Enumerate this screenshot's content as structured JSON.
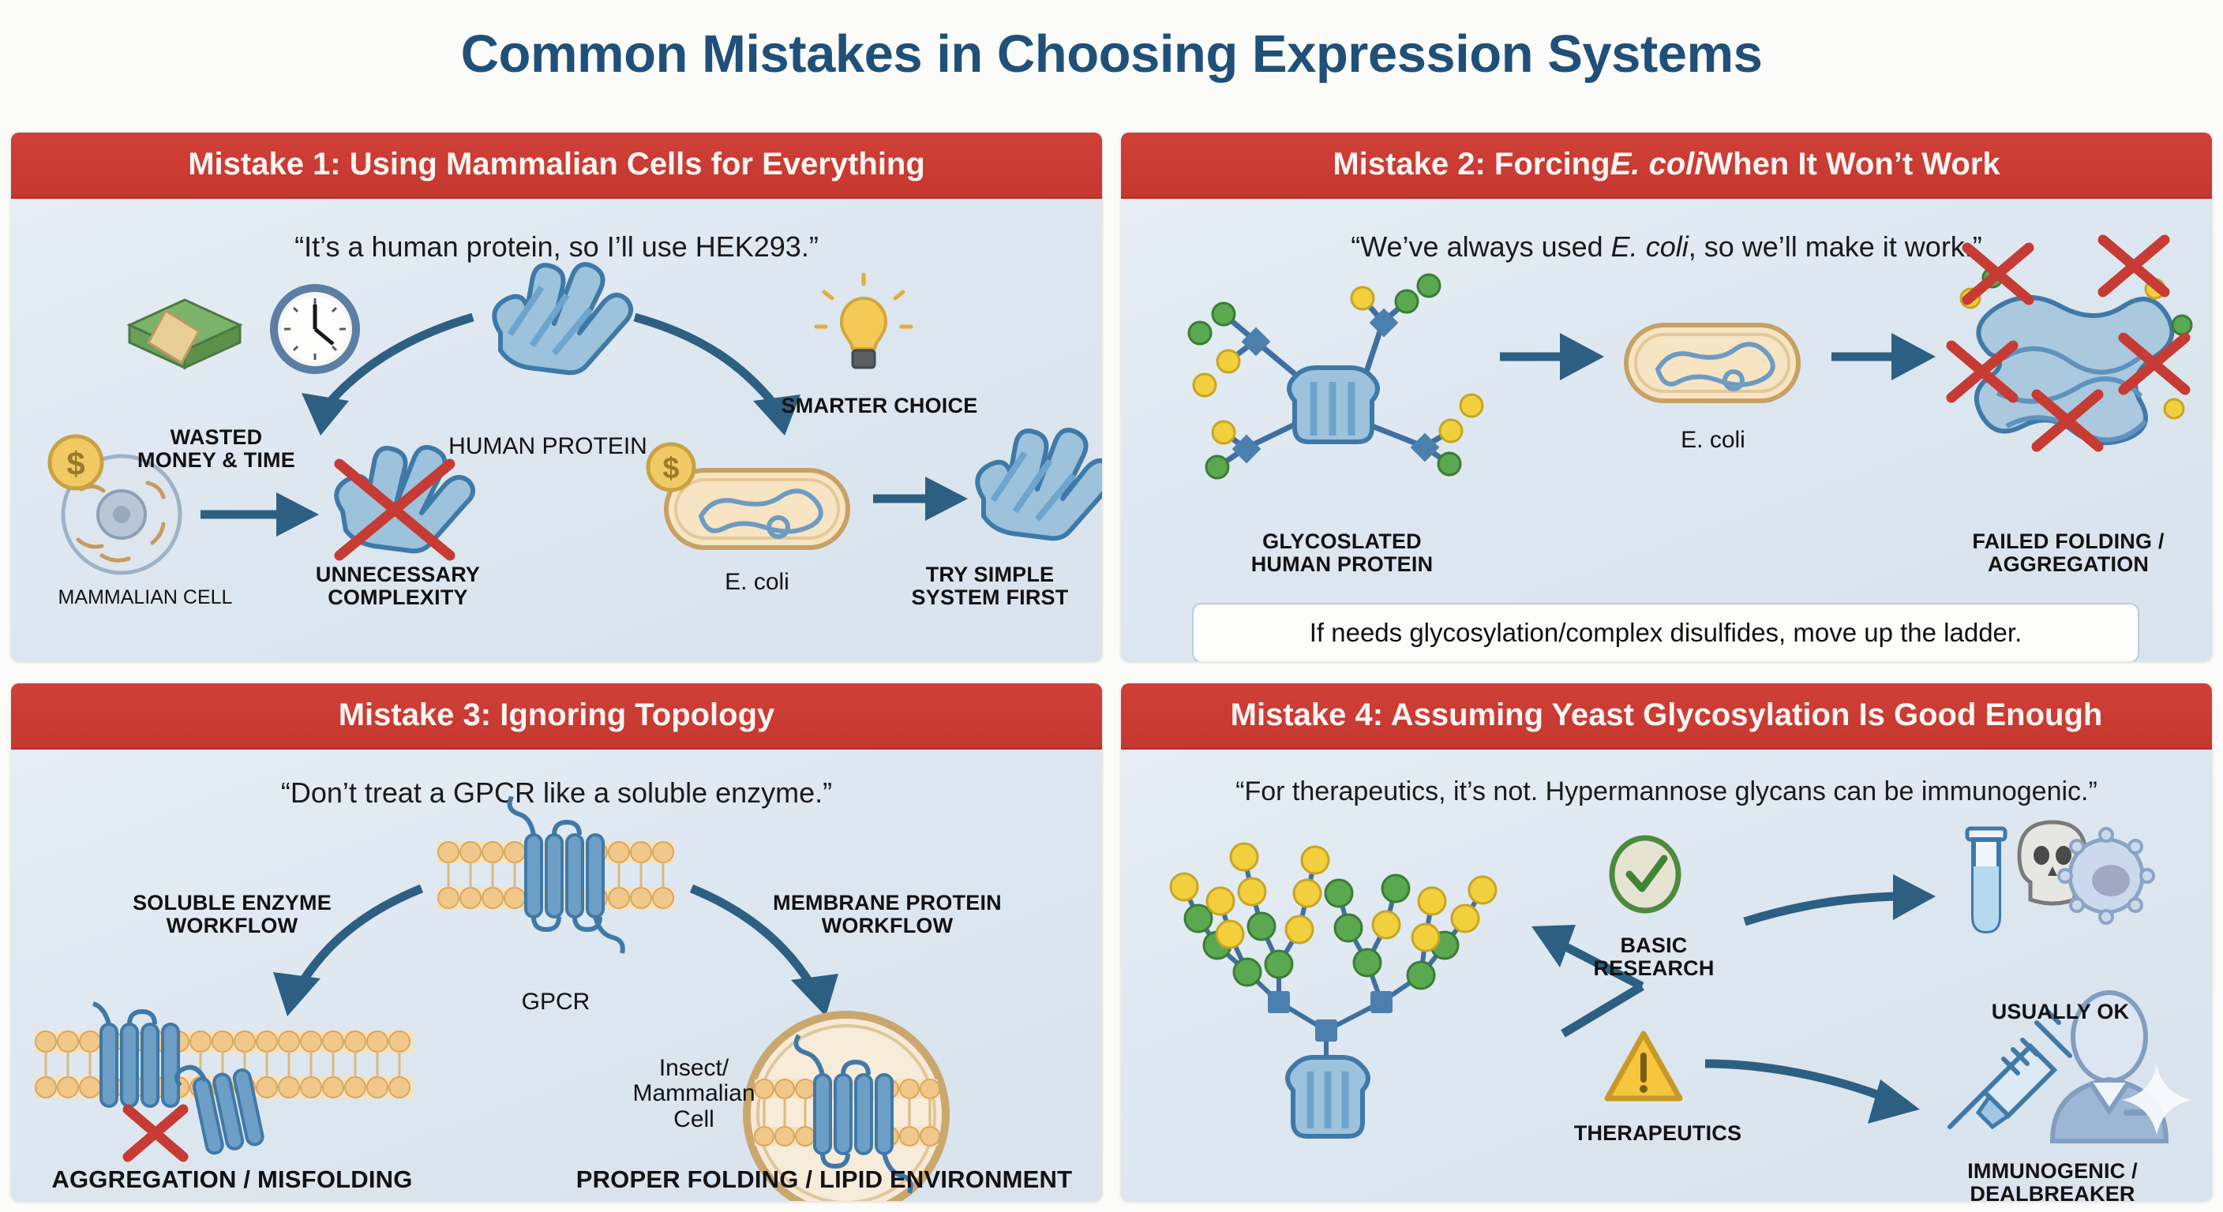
{
  "title": "Common Mistakes in Choosing Expression Systems",
  "colors": {
    "title_blue": "#1f5079",
    "header_red": "#c5372f",
    "panel_bg": "#dfe8f0",
    "arrow_blue": "#2d5f82",
    "x_red": "#c63b33",
    "protein_blue": "#5b8fba",
    "lipid_tan": "#e9c487",
    "glycan_green": "#5aa84f",
    "glycan_yellow": "#f2cf3d"
  },
  "panels": [
    {
      "id": "mistake-1",
      "header_prefix": "Mistake 1: Using Mammalian Cells for Everything",
      "quote": "“It’s a human protein, so I’ll use HEK293.”",
      "labels": {
        "wasted": "WASTED\nMONEY & TIME",
        "human_protein": "HUMAN PROTEIN",
        "smarter_choice": "SMARTER CHOICE",
        "mammalian_cell": "MAMMALIAN CELL",
        "unnecessary": "UNNECESSARY\nCOMPLEXITY",
        "ecoli": "E. coli",
        "try_simple": "TRY SIMPLE\nSYSTEM FIRST"
      },
      "icons": [
        "money-stack-icon",
        "clock-icon",
        "lightbulb-icon",
        "dollar-coin-icon",
        "mammalian-cell-icon",
        "ecoli-cell-icon",
        "protein-fold-icon",
        "red-x-icon"
      ]
    },
    {
      "id": "mistake-2",
      "header_prefix": "Mistake 2: Forcing ",
      "header_italic": "E. coli",
      "header_suffix": " When It Won’t Work",
      "quote_pre": "“We’ve always used ",
      "quote_italic": "E. coli",
      "quote_post": ", so we’ll make it work.”",
      "labels": {
        "glycosylated": "GLYCOSLATED\nHUMAN PROTEIN",
        "ecoli": "E. coli",
        "failed": "FAILED FOLDING /\nAGGREGATION"
      },
      "note": "If needs glycosylation/complex disulfides, move up the ladder.",
      "icons": [
        "glycosylated-protein-icon",
        "ecoli-cell-icon",
        "aggregate-protein-icon",
        "red-x-icon"
      ]
    },
    {
      "id": "mistake-3",
      "header_prefix": "Mistake 3: Ignoring Topology",
      "quote": "“Don’t treat a GPCR like a soluble enzyme.”",
      "labels": {
        "soluble_workflow": "SOLUBLE ENZYME\nWORKFLOW",
        "membrane_workflow": "MEMBRANE PROTEIN\nWORKFLOW",
        "gpcr": "GPCR",
        "insect": "Insect/\nMammalian\nCell",
        "aggregation": "AGGREGATION / MISFOLDING",
        "proper": "PROPER FOLDING / LIPID ENVIRONMENT"
      },
      "icons": [
        "membrane-bilayer-icon",
        "gpcr-icon",
        "red-x-icon",
        "cell-circle-icon"
      ]
    },
    {
      "id": "mistake-4",
      "header_prefix": "Mistake 4: Assuming Yeast Glycosylation Is Good Enough",
      "quote": "“For therapeutics, it’s not. Hypermannose glycans can be immunogenic.”",
      "labels": {
        "basic_research": "BASIC\nRESEARCH",
        "therapeutics": "THERAPEUTICS",
        "usually_ok": "USUALLY OK",
        "immunogenic": "IMMUNOGENIC /\nDEALBREAKER"
      },
      "icons": [
        "hypermannose-glycan-icon",
        "green-check-icon",
        "warning-triangle-icon",
        "test-tube-icon",
        "skull-cell-icon",
        "syringe-icon",
        "patient-icon"
      ]
    }
  ]
}
